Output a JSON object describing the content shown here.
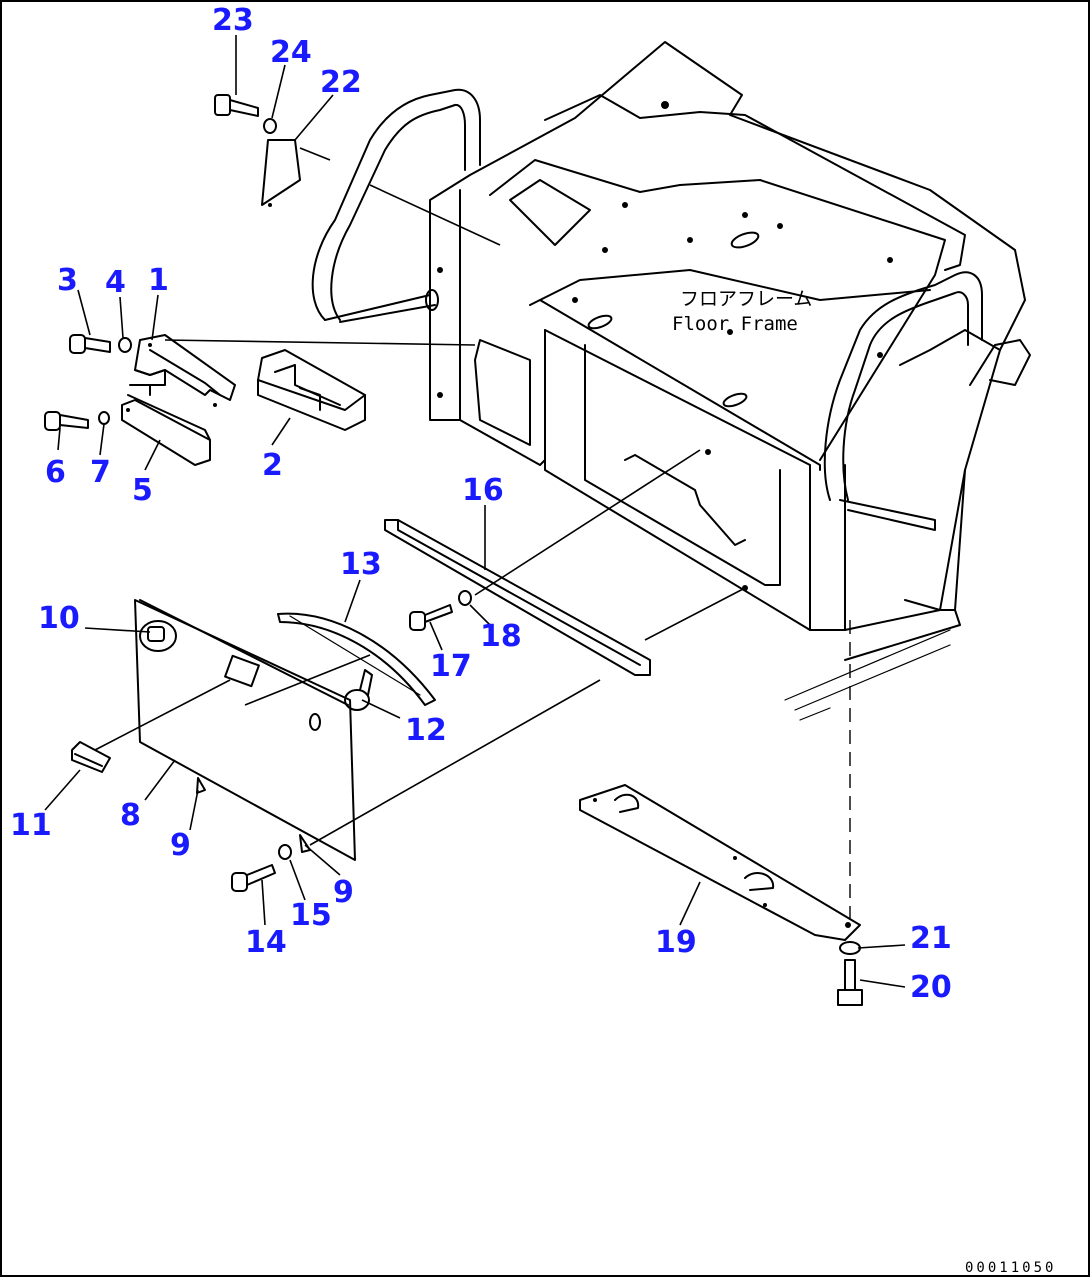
{
  "diagram": {
    "floor_frame_label_jp": "フロアフレーム",
    "floor_frame_label_en": "Floor Frame",
    "drawing_number": "00011050",
    "callouts": {
      "c1": "1",
      "c2": "2",
      "c3": "3",
      "c4": "4",
      "c5": "5",
      "c6": "6",
      "c7": "7",
      "c8": "8",
      "c9a": "9",
      "c9b": "9",
      "c10": "10",
      "c11": "11",
      "c12": "12",
      "c13": "13",
      "c14": "14",
      "c15": "15",
      "c16": "16",
      "c17": "17",
      "c18": "18",
      "c19": "19",
      "c20": "20",
      "c21": "21",
      "c22": "22",
      "c23": "23",
      "c24": "24"
    },
    "colors": {
      "callout": "#1a1aff",
      "line": "#000000",
      "background": "#ffffff"
    }
  }
}
